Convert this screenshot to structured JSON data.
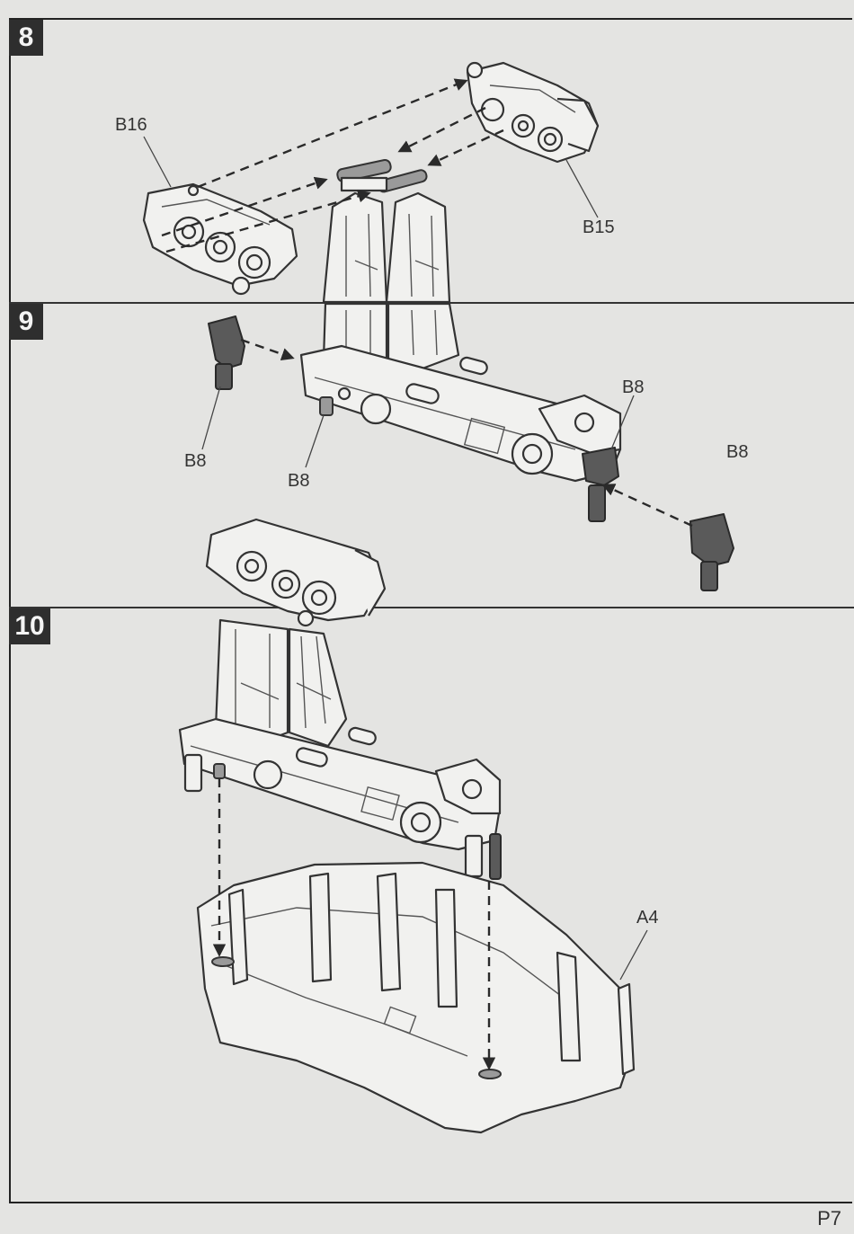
{
  "steps": [
    {
      "number": "8",
      "parts": [
        "B16",
        "B15"
      ]
    },
    {
      "number": "9",
      "parts": [
        "B8",
        "B8",
        "B8",
        "B8"
      ]
    },
    {
      "number": "10",
      "parts": [
        "A4"
      ]
    }
  ],
  "page_number": "P7"
}
